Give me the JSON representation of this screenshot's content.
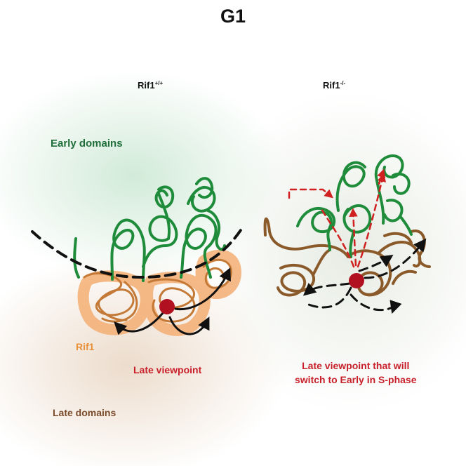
{
  "title": "G1",
  "left_panel": {
    "heading_base": "Rif1",
    "heading_sup": "+/+",
    "early_label": "Early domains",
    "rif1_label": "Rif1",
    "viewpoint_label": "Late viewpoint",
    "late_label": "Late domains"
  },
  "right_panel": {
    "heading_base": "Rif1",
    "heading_sup": "-/-",
    "viewpoint_line1": "Late viewpoint that will",
    "viewpoint_line2": "switch to Early in S-phase"
  },
  "colors": {
    "early_green": "#1e8c3a",
    "late_brown": "#8b5a2b",
    "rif1_orange": "#f0a060",
    "viewpoint_red": "#b01020",
    "interaction_black": "#111111",
    "dashed_red": "#d02020"
  }
}
